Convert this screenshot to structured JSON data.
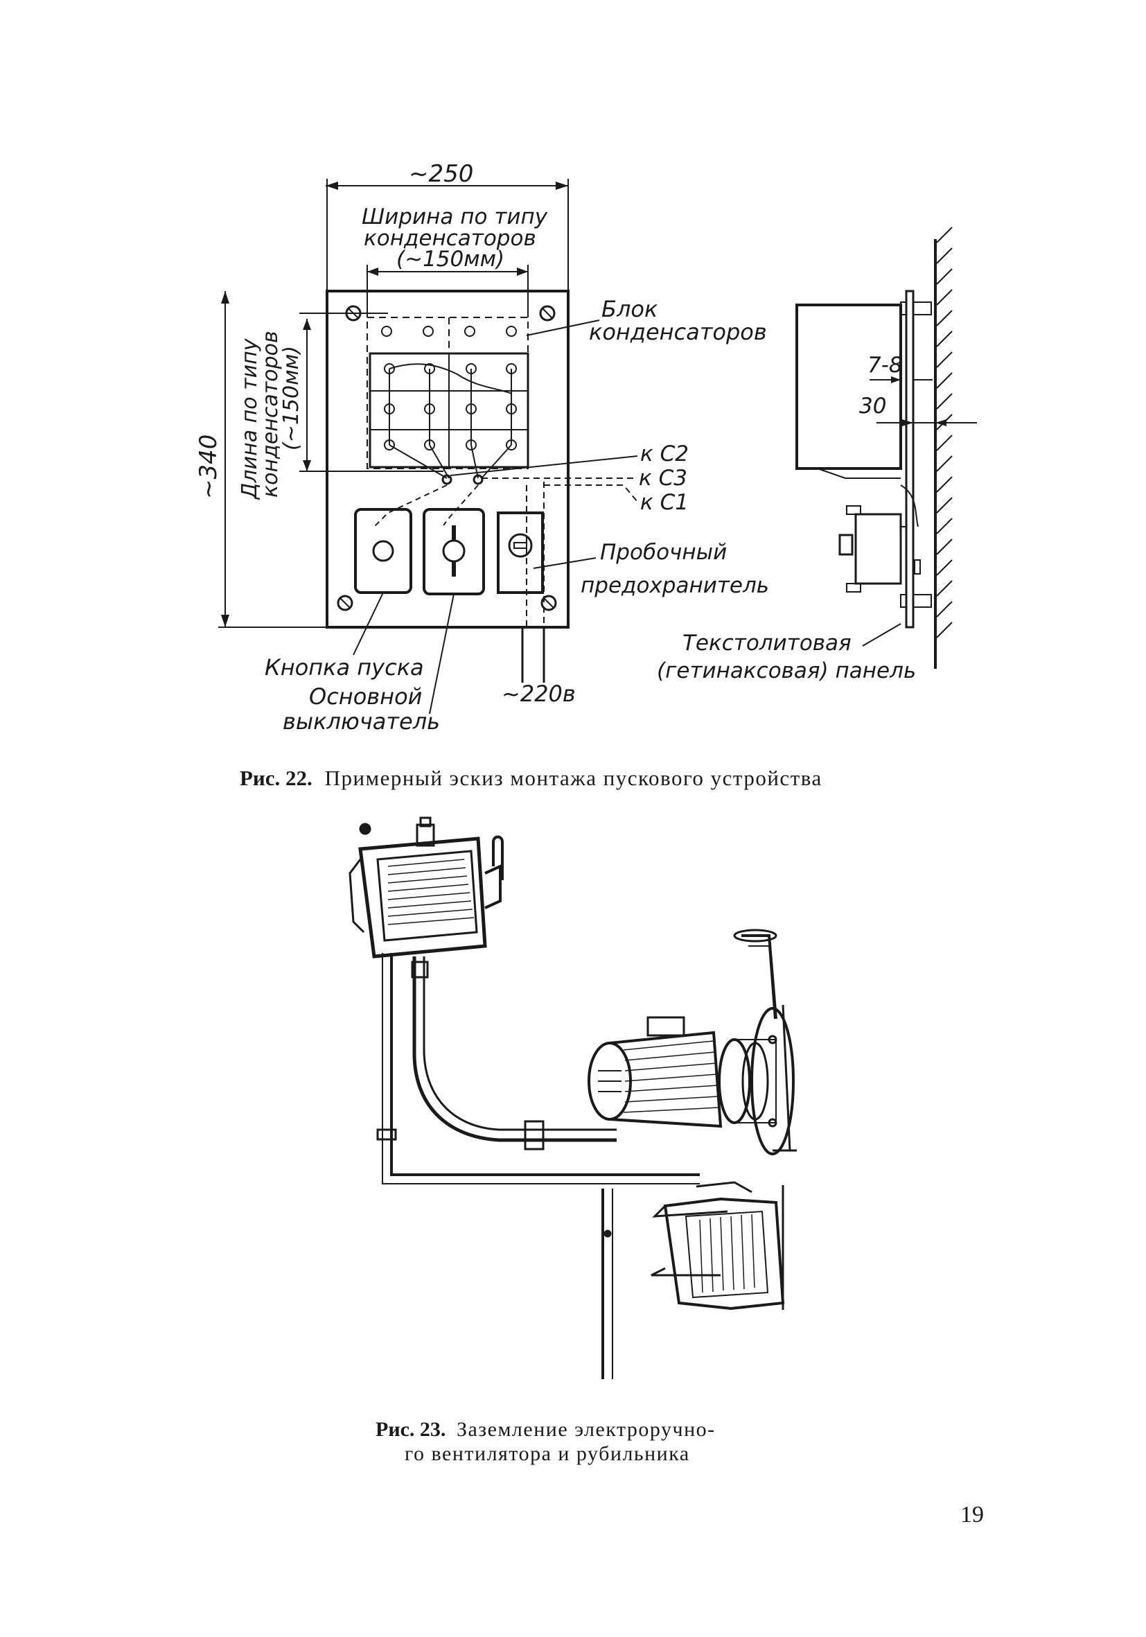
{
  "figure22": {
    "dim_width_total": "~250",
    "dim_width_note_l1": "Ширина по типу",
    "dim_width_note_l2": "конденсаторов",
    "dim_width_note_l3": "(~150мм)",
    "dim_height_total": "~340",
    "dim_height_note_l1": "Длина по типу",
    "dim_height_note_l2": "конденсаторов",
    "dim_height_note_l3": "(~150мм)",
    "label_block_l1": "Блок",
    "label_block_l2": "конденсаторов",
    "label_c2": "к С2",
    "label_c3": "к С3",
    "label_c1": "к С1",
    "label_fuse_l1": "Пробочный",
    "label_fuse_l2": "предохранитель",
    "label_start_button": "Кнопка пуска",
    "label_main_switch_l1": "Основной",
    "label_main_switch_l2": "выключатель",
    "label_supply": "~220в",
    "label_side_78": "7-8",
    "label_side_30": "30",
    "label_panel_l1": "Текстолитовая",
    "label_panel_l2": "(гетинаксовая) панель",
    "caption_num": "Рис. 22.",
    "caption_text": "Примерный эскиз монтажа пускового устройства"
  },
  "figure23": {
    "caption_num": "Рис. 23.",
    "caption_text_l1": "Заземление электроручно-",
    "caption_text_l2": "го вентилятора и рубильника"
  },
  "page_number": "19"
}
